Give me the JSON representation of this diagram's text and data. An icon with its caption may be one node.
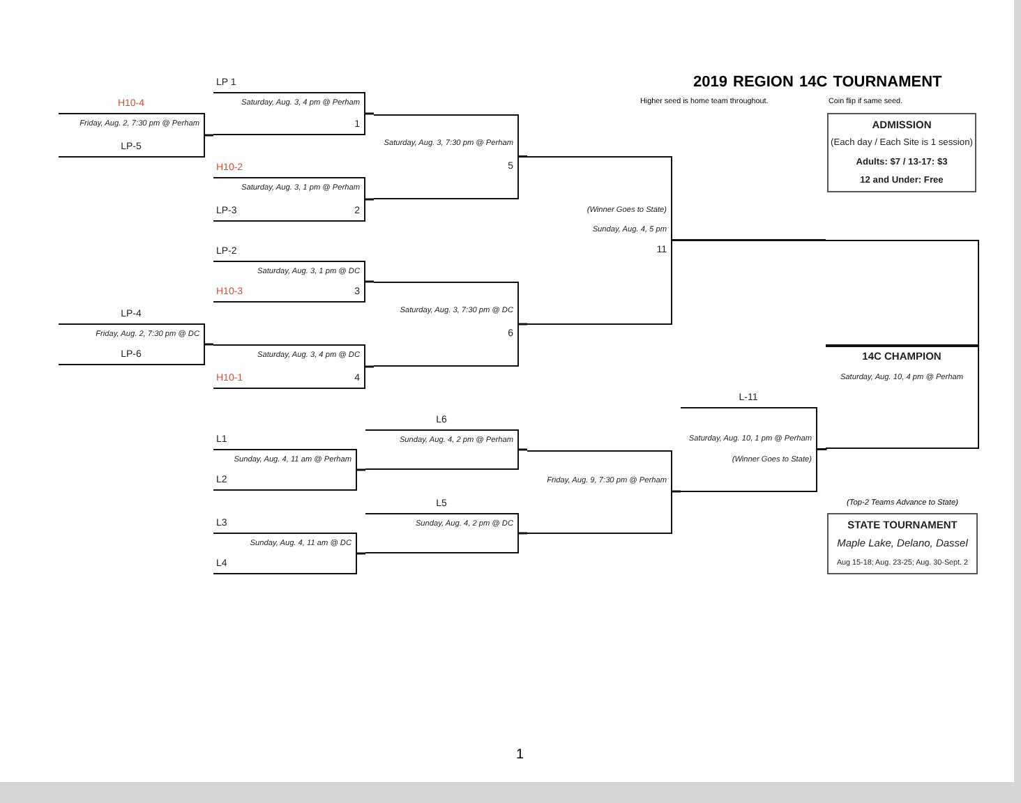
{
  "diagram": {
    "title": "2019 REGION 14C TOURNAMENT",
    "nodes": [
      {
        "text": [
          "H10-4",
          "Friday, Aug. 2, 7:30 pm @ Perham",
          "LP-5"
        ]
      },
      {
        "text": [
          "LP 1",
          "Saturday, Aug. 3, 4 pm @ Perham",
          "1"
        ]
      },
      {
        "text": [
          "H10-2",
          "Saturday, Aug. 3, 1 pm @ Perham",
          "LP-3",
          "2"
        ]
      },
      {
        "text": [
          "Saturday, Aug. 3, 7:30 pm @ Perham",
          "5"
        ]
      },
      {
        "text": [
          "LP-2",
          "Saturday, Aug. 3, 1 pm @ DC",
          "H10-3",
          "3"
        ]
      },
      {
        "text": [
          "LP-4",
          "Friday, Aug. 2, 7:30 pm @ DC",
          "LP-6"
        ]
      },
      {
        "text": [
          "Saturday, Aug. 3, 4 pm @ DC",
          "H10-1",
          "4"
        ]
      },
      {
        "text": [
          "Saturday, Aug. 3, 7:30 pm @ DC",
          "6"
        ]
      },
      {
        "text": [
          "(Winner Goes to State)",
          "Sunday, Aug. 4, 5 pm",
          "11"
        ]
      },
      {
        "text": [
          "L1",
          "Sunday, Aug. 4, 11 am @ Perham",
          "L2"
        ]
      },
      {
        "text": [
          "L6",
          "Sunday, Aug. 4, 2 pm @ Perham"
        ]
      },
      {
        "text": [
          "L3",
          "Sunday, Aug. 4, 11 am @ DC",
          "L4"
        ]
      },
      {
        "text": [
          "L5",
          "Sunday, Aug. 4, 2 pm @ DC"
        ]
      },
      {
        "text": [
          "Friday, Aug. 9, 7:30 pm @ Perham"
        ]
      },
      {
        "text": [
          "L-11",
          "Saturday, Aug. 10, 1 pm @ Perham",
          "(Winner Goes to State)"
        ]
      },
      {
        "text": [
          "14C CHAMPION",
          "Saturday, Aug. 10, 4 pm @ Perham"
        ]
      },
      {
        "text": [
          "ADMISSION",
          "(Each day / Each Site is 1 session)",
          "Adults: $7  /  13-17: $3",
          "12 and Under: Free"
        ]
      },
      {
        "text": [
          "STATE TOURNAMENT",
          "Maple Lake, Delano, Dassel",
          "Aug 15-18; Aug. 23-25; Aug. 30-Sept. 2"
        ],
        "beside": [
          "(Top-2 Teams Advance to State)"
        ]
      }
    ],
    "edges": [
      {
        "from": 0,
        "to": 1,
        "arrow": "none"
      },
      {
        "from": 1,
        "to": 3,
        "arrow": "none"
      },
      {
        "from": 2,
        "to": 3,
        "arrow": "none"
      },
      {
        "from": 3,
        "to": 8,
        "arrow": "none"
      },
      {
        "from": 4,
        "to": 7,
        "arrow": "none"
      },
      {
        "from": 5,
        "to": 6,
        "arrow": "none"
      },
      {
        "from": 6,
        "to": 7,
        "arrow": "none"
      },
      {
        "from": 7,
        "to": 8,
        "arrow": "none"
      },
      {
        "from": 8,
        "to": 15,
        "arrow": "none"
      },
      {
        "from": 9,
        "to": 10,
        "arrow": "none"
      },
      {
        "from": 10,
        "to": 13,
        "arrow": "none"
      },
      {
        "from": 11,
        "to": 12,
        "arrow": "none"
      },
      {
        "from": 12,
        "to": 13,
        "arrow": "none"
      },
      {
        "from": 13,
        "to": 14,
        "arrow": "none"
      },
      {
        "from": 14,
        "to": 15,
        "arrow": "none"
      }
    ],
    "labels": [
      "Higher seed is home team throughout.",
      "Coin flip if same seed.",
      "1"
    ]
  }
}
